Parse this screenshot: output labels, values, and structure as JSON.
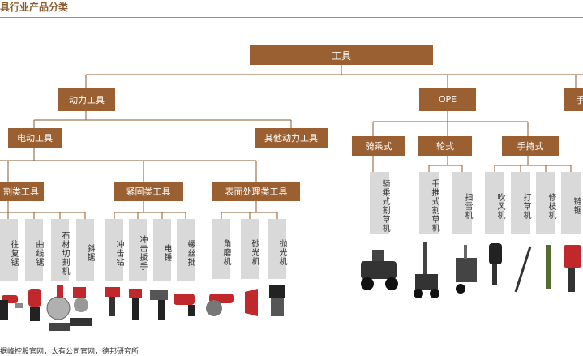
{
  "title": "具行业产品分类",
  "root": "工具",
  "level1": {
    "power": "动力工具",
    "ope": "OPE",
    "hand": "手"
  },
  "level2": {
    "electric": "电动工具",
    "other_power": "其他动力工具",
    "riding": "骑乘式",
    "wheeled": "轮式",
    "handheld": "手持式"
  },
  "level3": {
    "cutting": "割类工具",
    "fastening": "紧固类工具",
    "surface": "表面处理类工具"
  },
  "leaves": {
    "cutting": [
      "往复锯",
      "曲线锯",
      "石材切割机",
      "斜锯"
    ],
    "cutting_partial": "",
    "fastening": [
      "冲击钻",
      "冲击扳手",
      "电锤",
      "螺丝批"
    ],
    "surface": [
      "角磨机",
      "砂光机",
      "抛光机"
    ],
    "riding": [
      "骑乘式割草机"
    ],
    "wheeled": [
      "手推式割草机",
      "扫雪机"
    ],
    "handheld": [
      "吹风机",
      "打草机",
      "修枝机",
      "链锯"
    ]
  },
  "footer": "据峰控股官网，太有公司官网，德邦研究所",
  "colors": {
    "node": "#9a6032",
    "leaf": "#d9d9d9",
    "line": "#8a5a2c",
    "tool_red": "#c0282c"
  },
  "icons": [
    "reciprocating-saw-image",
    "jigsaw-image",
    "stone-cutter-image",
    "miter-saw-image",
    "impact-drill-image",
    "impact-wrench-image",
    "hammer-drill-image",
    "screwdriver-image",
    "angle-grinder-image",
    "sander-image",
    "polisher-image",
    "riding-mower-image",
    "push-mower-image",
    "snow-blower-image",
    "blower-image",
    "trimmer-image",
    "hedge-trimmer-image",
    "chainsaw-image"
  ]
}
